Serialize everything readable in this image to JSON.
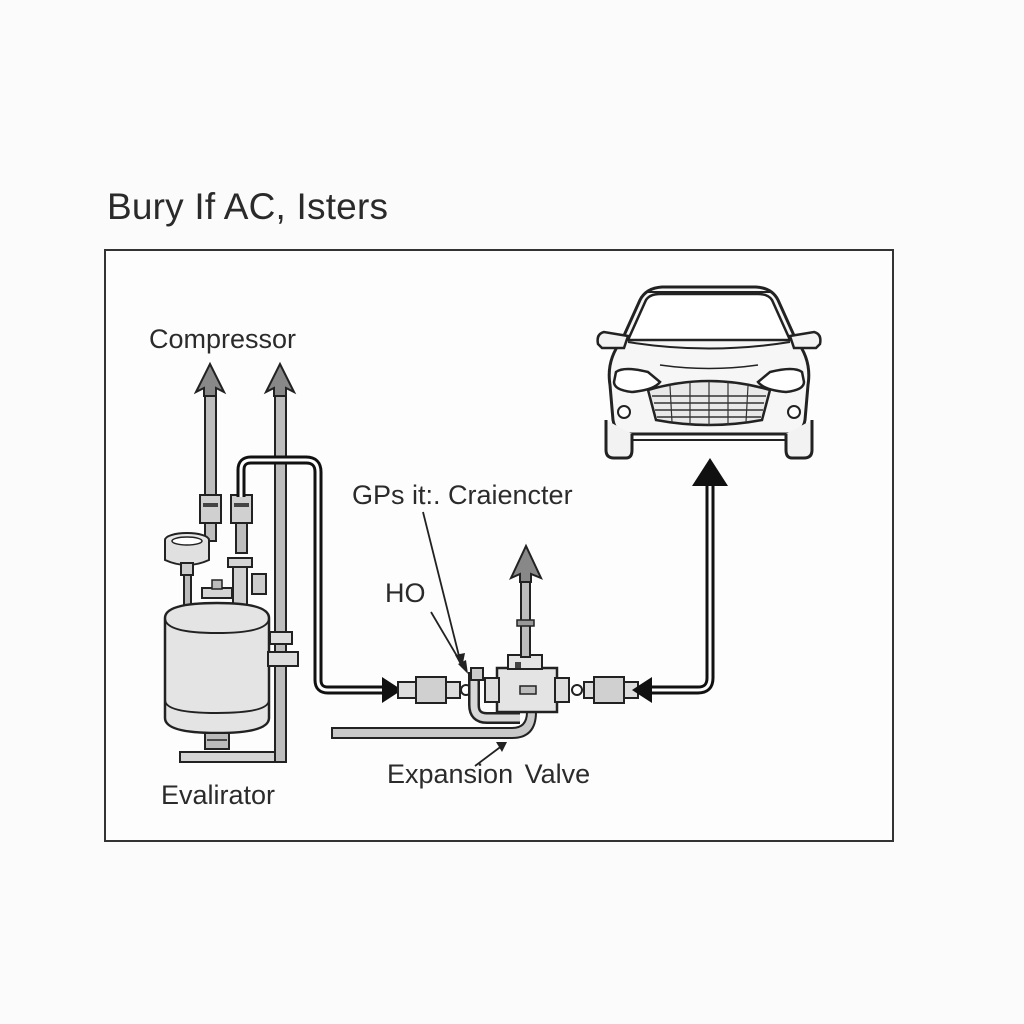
{
  "title": "Bury If AC, Isters",
  "labels": {
    "compressor": "Compressor",
    "gps_connector": "GPs it:. Craiencter",
    "ho": "HO",
    "expansion_valve": "Expansion  Valve",
    "evaporator": "Evalirator"
  },
  "colors": {
    "background": "#fbfbfb",
    "line": "#222222",
    "pipe_fill": "#bdbdbd",
    "tank_fill": "#e4e4e4"
  },
  "icons": {
    "car": "car-front-icon",
    "tank": "evaporator-tank-icon",
    "valve": "expansion-valve-icon"
  }
}
